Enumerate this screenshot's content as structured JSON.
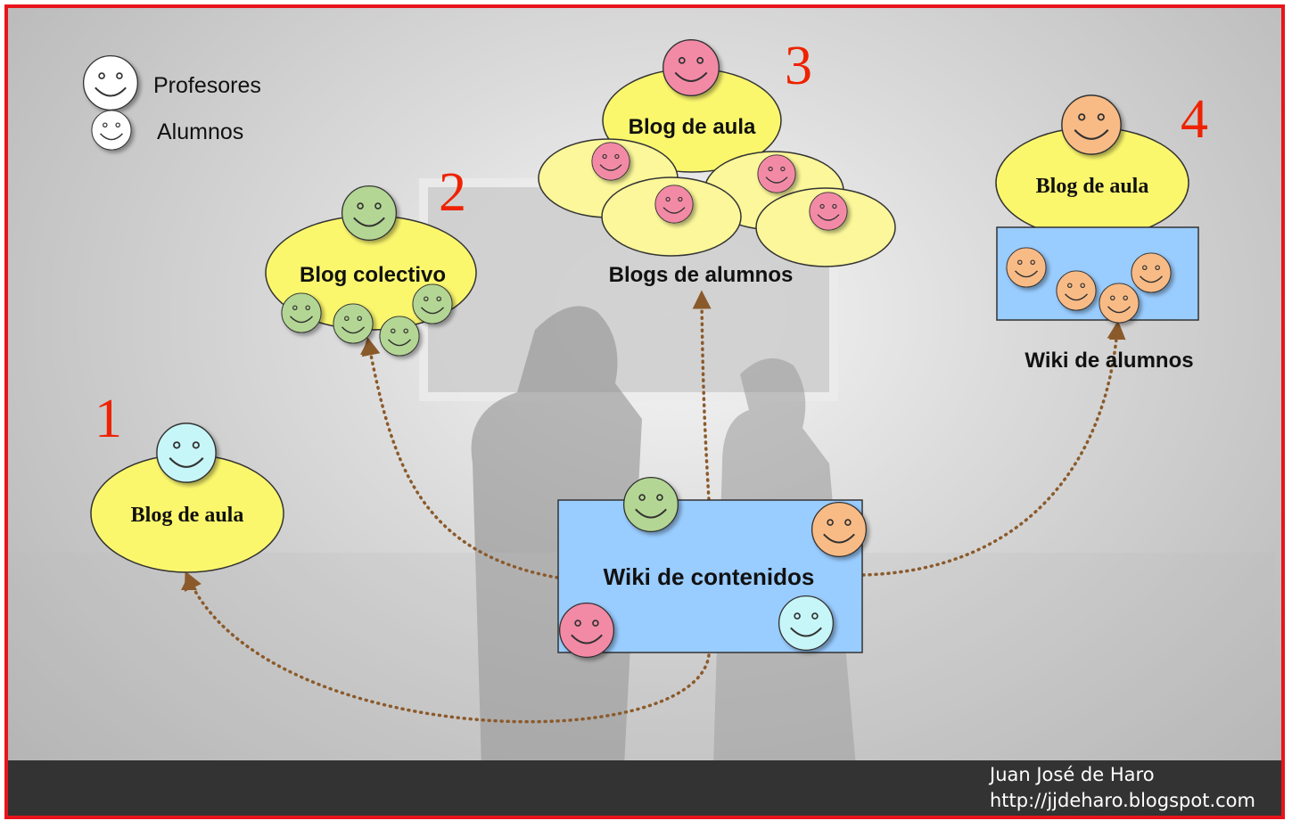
{
  "legend": {
    "teachers_label": "Profesores",
    "students_label": "Alumnos"
  },
  "models": [
    {
      "number": "1",
      "title": "Blog de aula"
    },
    {
      "number": "2",
      "title": "Blog colectivo"
    },
    {
      "number": "3",
      "title": "Blog de aula",
      "subtitle": "Blogs de alumnos"
    },
    {
      "number": "4",
      "title": "Blog de aula",
      "subtitle": "Wiki de alumnos"
    }
  ],
  "center": {
    "title": "Wiki de contenidos"
  },
  "footer": {
    "author": "Juan José de Haro",
    "url": "http://jjdeharo.blogspot.com"
  },
  "colors": {
    "border": "#e8141c",
    "blog_fill": "#fbf76d",
    "wiki_fill": "#99ccff",
    "arrow": "#8b5a2b",
    "number_color": "#ee2200",
    "face_cyan": "#c7f6f8",
    "face_green": "#b4d694",
    "face_pink": "#f28aa6",
    "face_orange": "#f9bb86"
  }
}
